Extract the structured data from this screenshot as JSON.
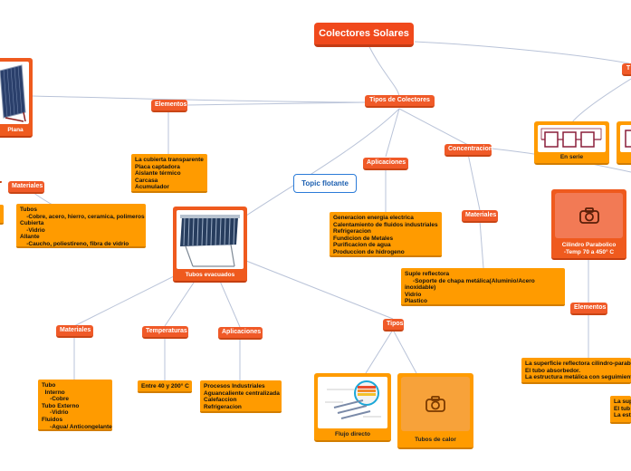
{
  "root": "Colectores Solares",
  "tipos": "Tipos de Colectores",
  "elementos_left": "Elementos",
  "elementos_list": "La cubierta transparente\nPlaca captadora\nAislante térmico\nCarcasa\nAcumulador",
  "plana_caption": "Plana",
  "materiales_left": "Materiales",
  "materiales_left_list": "Tubos\n    -Cobre, acero, hierro, ceramica, polimeros\nCubierta\n    -Vidrio\nAllante\n    -Caucho, poliestireno, fibra de vidrio",
  "topic_flotante": "Topic flotante",
  "tubos_evacuados": "Tubos evacuados",
  "materiales_tubos": "Materiales",
  "materiales_tubos_list": "Tubo\n  Interno\n     -Cobre\nTubo Externo\n     -Vidrio\nFluidos\n     -Agua/ Anticongelante",
  "temperaturas": "Temperaturas",
  "temperaturas_value": "Entre 40 y 200° C",
  "aplicaciones_tubos": "Aplicaciones",
  "aplicaciones_tubos_list": "Procesos Industriales\nAguancaliente centralizada\nCalefaccion\nRefrigeracion",
  "tipos_tubos": "Tipos",
  "flujo_directo": "Flujo directo",
  "tubos_de_calor": "Tubos de calor",
  "concentracion": "Concentracion",
  "aplicaciones_conc": "Aplicaciones",
  "aplicaciones_conc_list": "Generacion energia electrica\nCalentamiento de fluidos industriales\nRefrigeracion\nFundicion de Metales\nPurificacion de agua\nProduccion de hidrogeno",
  "materiales_conc": "Materiales",
  "materiales_conc_list": "Suple reflectora\n     -Soporte de chapa metálica(Aluminio/Acero\ninoxidable)\nVidrio\nPlastico",
  "cilindro_caption": "Cilindro Parabolico\n-Temp 70 a 450° C",
  "elementos_cilindro": "Elementos",
  "elementos_cilindro_list": "La superficie reflectora cilindro-parabolica.\nEl tubo absorbedor.\nLa estructura metálica con seguimiento",
  "partial_box_list": "La sup\nEl tub\nLa est",
  "en_serie": "En serie",
  "top_right_pill": "T",
  "colors": {
    "pill": "#f05a28",
    "box": "#ff9b00",
    "line": "#b8c2d6",
    "float_border": "#2b7bd8"
  },
  "icons": [
    "camera-icon",
    "solar-panel-icon",
    "vacuum-tube-collector-icon",
    "heat-pipe-diagram-icon",
    "series-connection-icon"
  ]
}
